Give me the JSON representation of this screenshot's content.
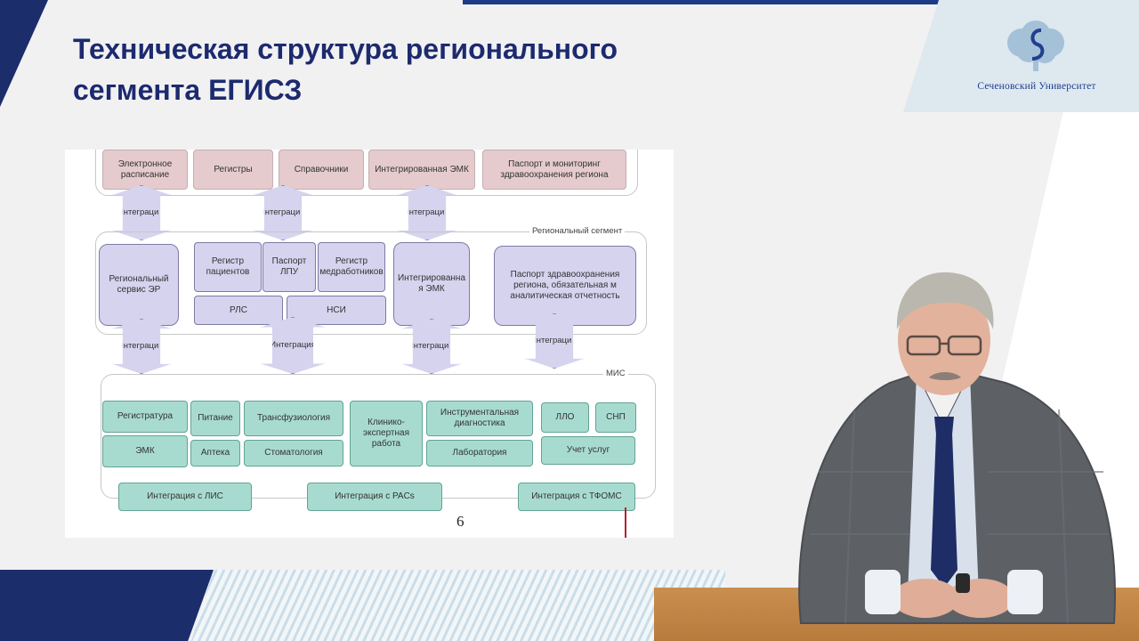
{
  "slide": {
    "title_line1": "Техническая структура регионального",
    "title_line2": "сегмента ЕГИСЗ",
    "logo_text": "Сеченовский Университет",
    "colors": {
      "title": "#1c2a6e",
      "brand_dark": "#1c2d6b",
      "logo_bg": "#dde8ef"
    }
  },
  "diagram": {
    "top_row": [
      "Электронное расписание",
      "Регистры",
      "Справочники",
      "Интегрированная ЭМК",
      "Паспорт и мониторинг здравоохранения региона"
    ],
    "upper_arrows": [
      "Интеграци я",
      "Интеграци я",
      "Интеграци я"
    ],
    "regional_segment": {
      "label": "Региональный сегмент",
      "service": "Региональный сервис ЭР",
      "registry_patients": "Регистр пациентов",
      "lpu_passport": "Паспорт ЛПУ",
      "registry_staff": "Регистр медработников",
      "rls": "РЛС",
      "nsi": "НСИ",
      "emk": "Интегрированна я ЭМК",
      "passport": "Паспорт здравоохранения региона, обязательная м аналитическая отчетность"
    },
    "lower_arrows": [
      "Интеграци я",
      "Интеграция",
      "Интеграци я",
      "Интеграци я"
    ],
    "mis": {
      "label": "МИС",
      "registry": "Регистратура",
      "emk": "ЭМК",
      "nutrition": "Питание",
      "pharmacy": "Аптека",
      "transfusiology": "Трансфузиология",
      "dentistry": "Стоматология",
      "clinical_expert": "Клинико-экспертная работа",
      "instrumental": "Инструментальная диагностика",
      "laboratory": "Лаборатория",
      "llo": "ЛЛО",
      "snp": "СНП",
      "services": "Учет услуг",
      "int_lis": "Интеграция с ЛИС",
      "int_pacs": "Интеграция с PACs",
      "int_tfoms": "Интеграция с ТФОМС"
    },
    "page_number": "6",
    "colors": {
      "pink": "#e5cbcd",
      "lavender": "#d5d3ee",
      "teal": "#a8dbd0"
    }
  }
}
